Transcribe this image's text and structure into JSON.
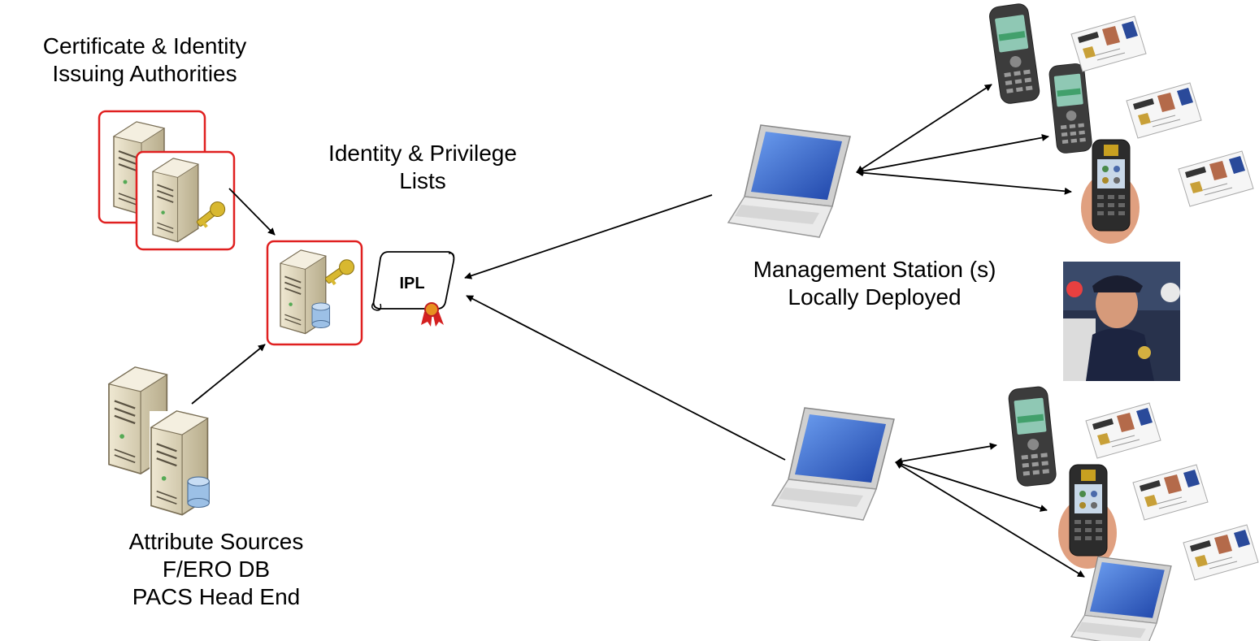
{
  "labels": {
    "issuers_line1": "Certificate & Identity",
    "issuers_line2": "Issuing Authorities",
    "ipl_line1": "Identity & Privilege",
    "ipl_line2": "Lists",
    "ipl_doc": "IPL",
    "station_line1": "Management Station (s)",
    "station_line2": "Locally Deployed",
    "sources_line1": "Attribute Sources",
    "sources_line2": "F/ERO DB",
    "sources_line3": "PACS Head End"
  },
  "colors": {
    "server_border": "#e02020",
    "server_body": "#d8cfb4",
    "key": "#d8b830",
    "db": "#9cc0e6",
    "laptop_screen": "#2c5cc8",
    "handheld": "#3c3c3c",
    "ribbon": "#d42020"
  },
  "icons": {
    "server": "server-icon",
    "key": "key-icon",
    "database": "database-icon",
    "document": "scroll-document-icon",
    "laptop": "laptop-icon",
    "handheld": "handheld-reader-icon",
    "card": "id-card-icon",
    "officer": "officer-photo-icon"
  }
}
